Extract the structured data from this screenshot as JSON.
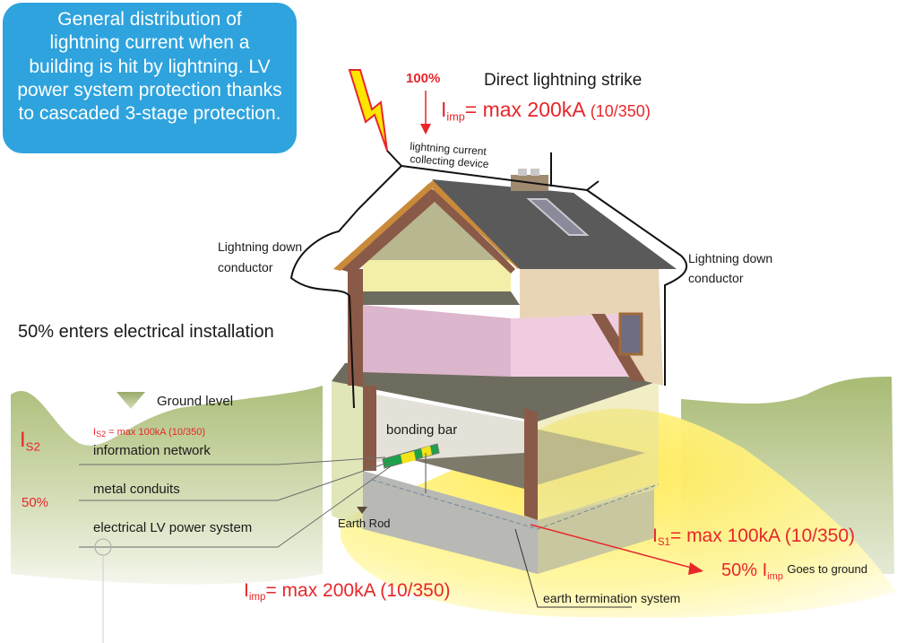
{
  "info_box": {
    "lines": [
      "General distribution of",
      "lightning current when a",
      "building is hit by lightning. LV",
      "power system protection thanks",
      "to cascaded 3-stage protection."
    ]
  },
  "strike": {
    "percent": "100%",
    "title": "Direct lightning strike",
    "imp_symbol": "I",
    "imp_sub": "imp",
    "imp_value": "= max 200kA",
    "imp_wave": "(10/350)",
    "collector_line1": "lightning current",
    "collector_line2": "collecting device"
  },
  "down_conductor_left": {
    "line1": "Lightning down",
    "line2": "conductor"
  },
  "down_conductor_right": {
    "line1": "Lightning down",
    "line2": "conductor"
  },
  "enters_label": "50% enters electrical installation",
  "ground_level": "Ground level",
  "is2": {
    "symbol": "I",
    "sub": "S2",
    "small_label": "= max 100kA (10/350)",
    "small_symbol": "I",
    "small_sub": "S2",
    "percent": "50%"
  },
  "services": [
    "information network",
    "metal conduits",
    "electrical LV power system"
  ],
  "bonding_bar": "bonding bar",
  "earth_rod": "Earth Rod",
  "is1": {
    "symbol": "I",
    "sub": "S1",
    "value": "= max 100kA (10/350)"
  },
  "to_ground": {
    "percent": "50% I",
    "sub": "imp",
    "text": "Goes to ground"
  },
  "imp_bottom": {
    "symbol": "I",
    "sub": "imp",
    "value": "= max 200kA (10/350)"
  },
  "earth_termination": "earth termination system",
  "colors": {
    "info_box": "#2ea3dd",
    "accent_red": "#e8262a",
    "ground_green": "#b8c98a",
    "yellow_zone": "#fff27a",
    "roof": "#5a5a5a",
    "wall_brick": "#8a5a48",
    "facade": "#e8d5b5",
    "pink_room": "#e9c4d8",
    "attic_yellow": "#f3efa8"
  }
}
